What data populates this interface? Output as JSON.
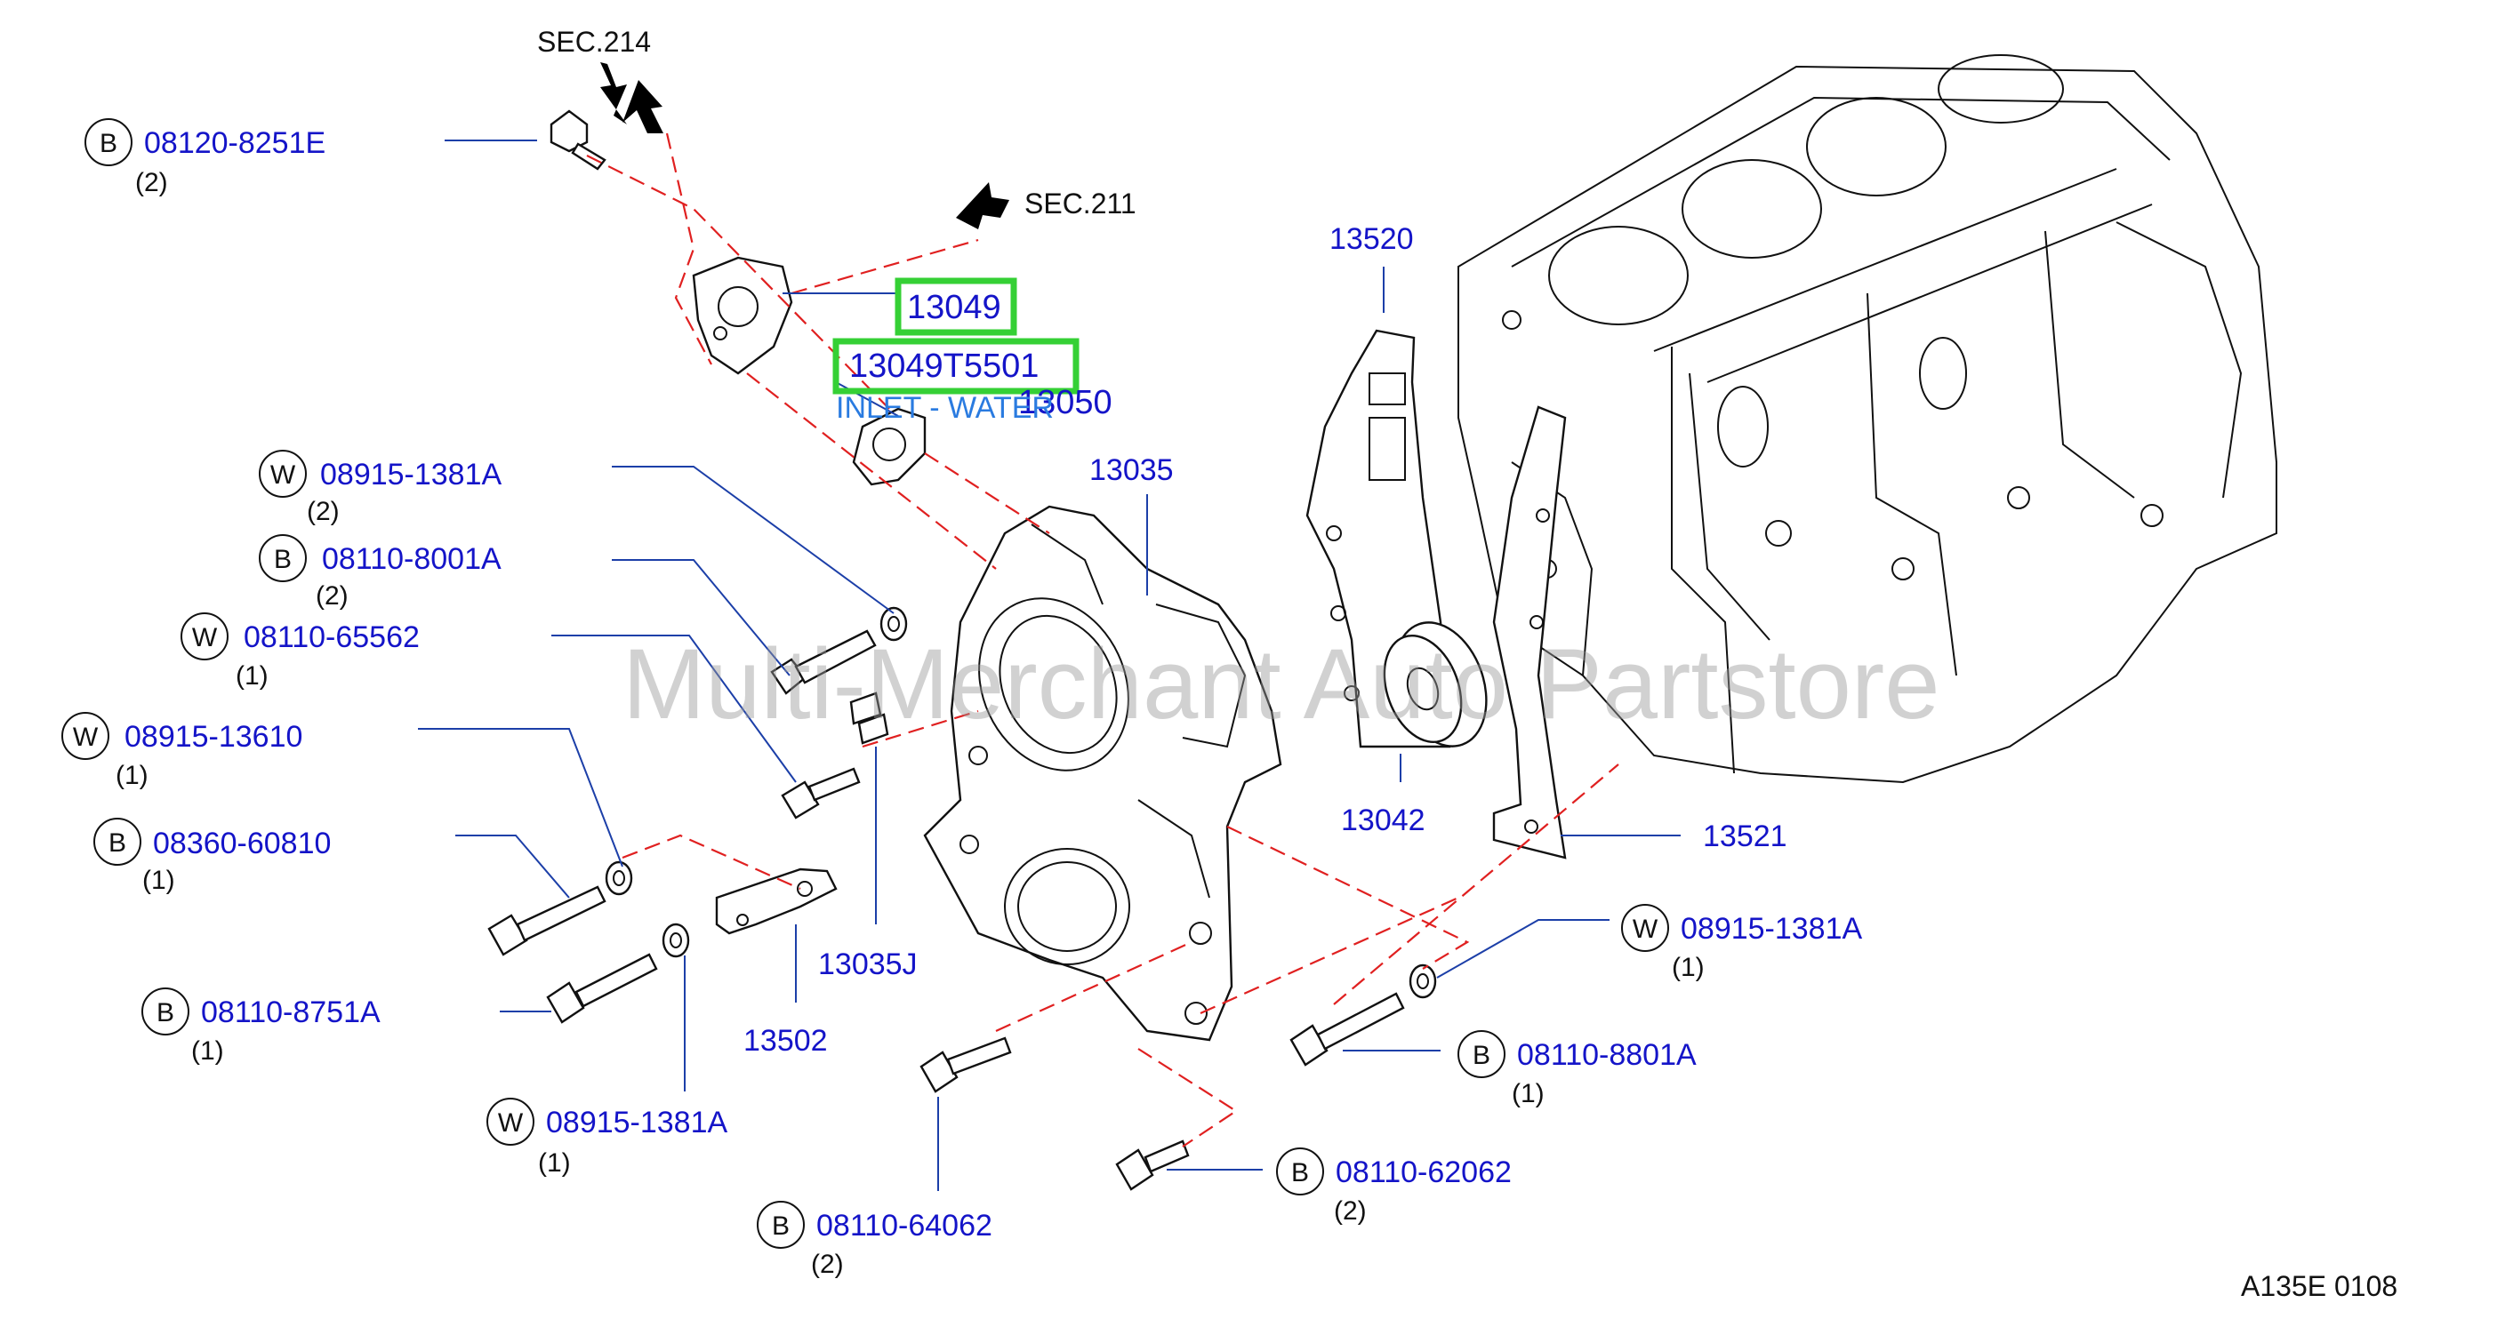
{
  "diagram_code": "A135E 0108",
  "watermark": "Multi-Merchant Auto Partstore",
  "sections": [
    {
      "label": "SEC.214"
    },
    {
      "label": "SEC.211"
    }
  ],
  "callouts": [
    {
      "part_no": "13049",
      "highlighted": true
    },
    {
      "part_no": "13049T5501",
      "highlighted": true,
      "description": "INLET - WATER"
    },
    {
      "part_no": "13050"
    },
    {
      "part_no": "13035"
    },
    {
      "part_no": "13035J"
    },
    {
      "part_no": "13502"
    },
    {
      "part_no": "13520"
    },
    {
      "part_no": "13042"
    },
    {
      "part_no": "13521"
    }
  ],
  "fasteners": [
    {
      "type": "B",
      "part_no": "08120-8251E",
      "qty": "(2)"
    },
    {
      "type": "W",
      "part_no": "08915-1381A",
      "qty": "(2)"
    },
    {
      "type": "B",
      "part_no": "08110-8001A",
      "qty": "(2)"
    },
    {
      "type": "W",
      "part_no": "08110-65562",
      "qty": "(1)"
    },
    {
      "type": "W",
      "part_no": "08915-13610",
      "qty": "(1)"
    },
    {
      "type": "B",
      "part_no": "08360-60810",
      "qty": "(1)"
    },
    {
      "type": "B",
      "part_no": "08110-8751A",
      "qty": "(1)"
    },
    {
      "type": "W",
      "part_no": "08915-1381A",
      "qty": "(1)"
    },
    {
      "type": "B",
      "part_no": "08110-64062",
      "qty": "(2)"
    },
    {
      "type": "W",
      "part_no": "08915-1381A",
      "qty": "(1)"
    },
    {
      "type": "B",
      "part_no": "08110-8801A",
      "qty": "(1)"
    },
    {
      "type": "B",
      "part_no": "08110-62062",
      "qty": "(2)"
    }
  ],
  "colors": {
    "part_number": "#1414c8",
    "highlight": "#35d035",
    "hidden_line": "#e02020",
    "description": "#2a7be0"
  }
}
